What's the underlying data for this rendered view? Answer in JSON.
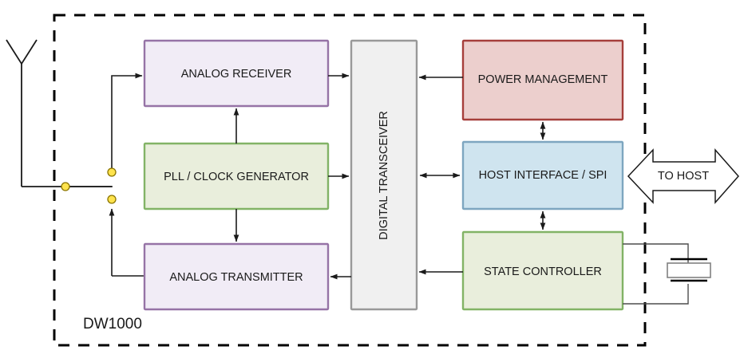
{
  "figure": {
    "chip_label": "DW1000",
    "external_port_label": "TO HOST",
    "blocks": [
      {
        "id": "analog-receiver",
        "label": "ANALOG RECEIVER",
        "fill": "#f1ecf6",
        "stroke": "#9673a6"
      },
      {
        "id": "pll-clock",
        "label": "PLL / CLOCK GENERATOR",
        "fill": "#e9eedc",
        "stroke": "#82b366"
      },
      {
        "id": "analog-transmitter",
        "label": "ANALOG TRANSMITTER",
        "fill": "#f1ecf6",
        "stroke": "#9673a6"
      },
      {
        "id": "digital-transceiver",
        "label": "DIGITAL TRANSCEIVER",
        "fill": "#f0f0f0",
        "stroke": "#999999"
      },
      {
        "id": "power-management",
        "label": "POWER MANAGEMENT",
        "fill": "#eccfcd",
        "stroke": "#a63f3b"
      },
      {
        "id": "host-interface",
        "label": "HOST INTERFACE / SPI",
        "fill": "#cfe4ef",
        "stroke": "#7ea6c0"
      },
      {
        "id": "state-controller",
        "label": "STATE CONTROLLER",
        "fill": "#e9eedc",
        "stroke": "#82b366"
      }
    ],
    "icons": {
      "antenna": "antenna-icon",
      "rf_switch": "rf-switch-icon",
      "crystal": "crystal-oscillator-icon"
    },
    "colors": {
      "purple_stroke": "#9673a6",
      "purple_fill": "#f1ecf6",
      "green_stroke": "#82b366",
      "green_fill": "#e9eedc",
      "red_stroke": "#a63f3b",
      "red_fill": "#eccfcd",
      "blue_stroke": "#7ea6c0",
      "blue_fill": "#cfe4ef",
      "gray_stroke": "#999999",
      "gray_fill": "#f0f0f0",
      "wire": "#1a1a1a",
      "node_dot": "#ffe34d",
      "background": "#ffffff"
    }
  }
}
